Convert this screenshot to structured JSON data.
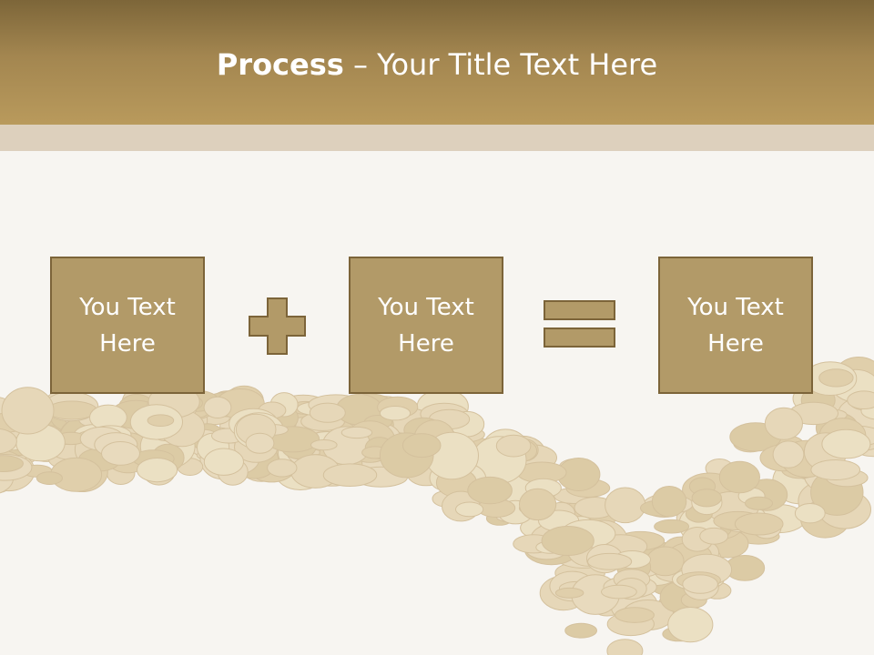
{
  "slide": {
    "title_bold": "Process",
    "title_rest": " – Your Title Text Here"
  },
  "process": {
    "box1": "You Text Here",
    "box2": "You Text Here",
    "box3": "You Text Here",
    "plus_icon": "plus-icon",
    "equals_icon": "equals-icon"
  },
  "colors": {
    "header_dark": "#7d6639",
    "header_light": "#b99a5c",
    "band": "#ddd0bd",
    "box_fill": "#b29a68",
    "box_border": "#7c6439",
    "background": "#f7f5f1"
  }
}
